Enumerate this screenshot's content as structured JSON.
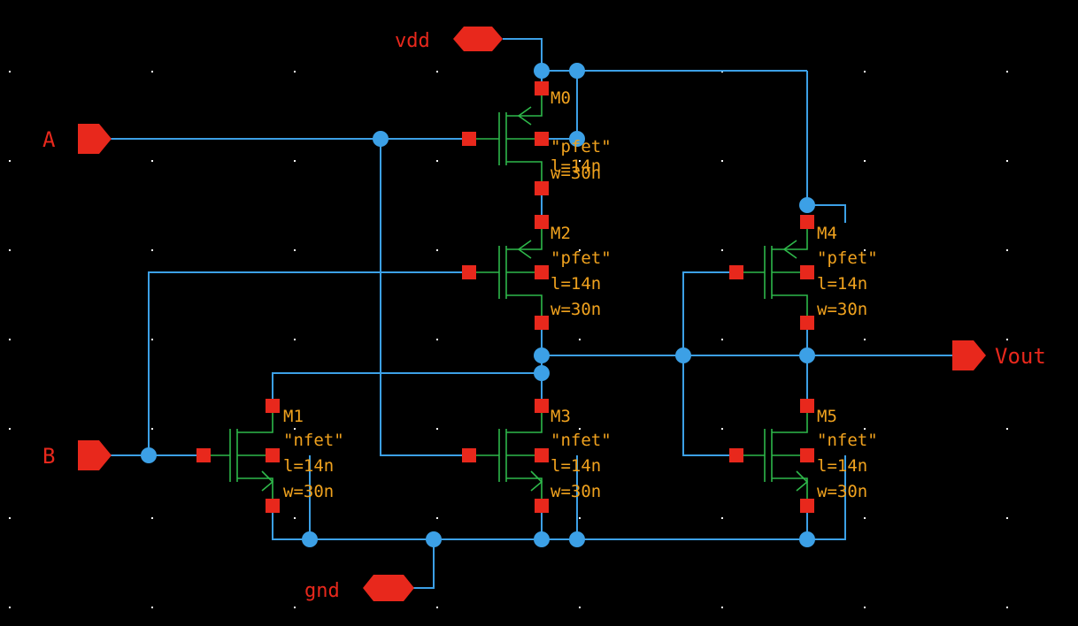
{
  "colors": {
    "background": "#000000",
    "grid_dot": "#ffffff",
    "wire": "#3ca0e6",
    "junction": "#3ca0e6",
    "pin": "#e8281c",
    "symbol": "#2eb84a",
    "device_text": "#f0a21e",
    "net_text": "#e8281c"
  },
  "pins": {
    "vdd": "vdd",
    "a": "A",
    "b": "B",
    "vout": "Vout",
    "gnd": "gnd"
  },
  "devices": [
    {
      "id": "m0",
      "name": "M0",
      "model": "\"pfet\"",
      "l": "l=14n",
      "w": "w=30n",
      "type": "pmos"
    },
    {
      "id": "m2",
      "name": "M2",
      "model": "\"pfet\"",
      "l": "l=14n",
      "w": "w=30n",
      "type": "pmos"
    },
    {
      "id": "m4",
      "name": "M4",
      "model": "\"pfet\"",
      "l": "l=14n",
      "w": "w=30n",
      "type": "pmos"
    },
    {
      "id": "m1",
      "name": "M1",
      "model": "\"nfet\"",
      "l": "l=14n",
      "w": "w=30n",
      "type": "nmos"
    },
    {
      "id": "m3",
      "name": "M3",
      "model": "\"nfet\"",
      "l": "l=14n",
      "w": "w=30n",
      "type": "nmos"
    },
    {
      "id": "m5",
      "name": "M5",
      "model": "\"nfet\"",
      "l": "l=14n",
      "w": "w=30n",
      "type": "nmos"
    }
  ]
}
